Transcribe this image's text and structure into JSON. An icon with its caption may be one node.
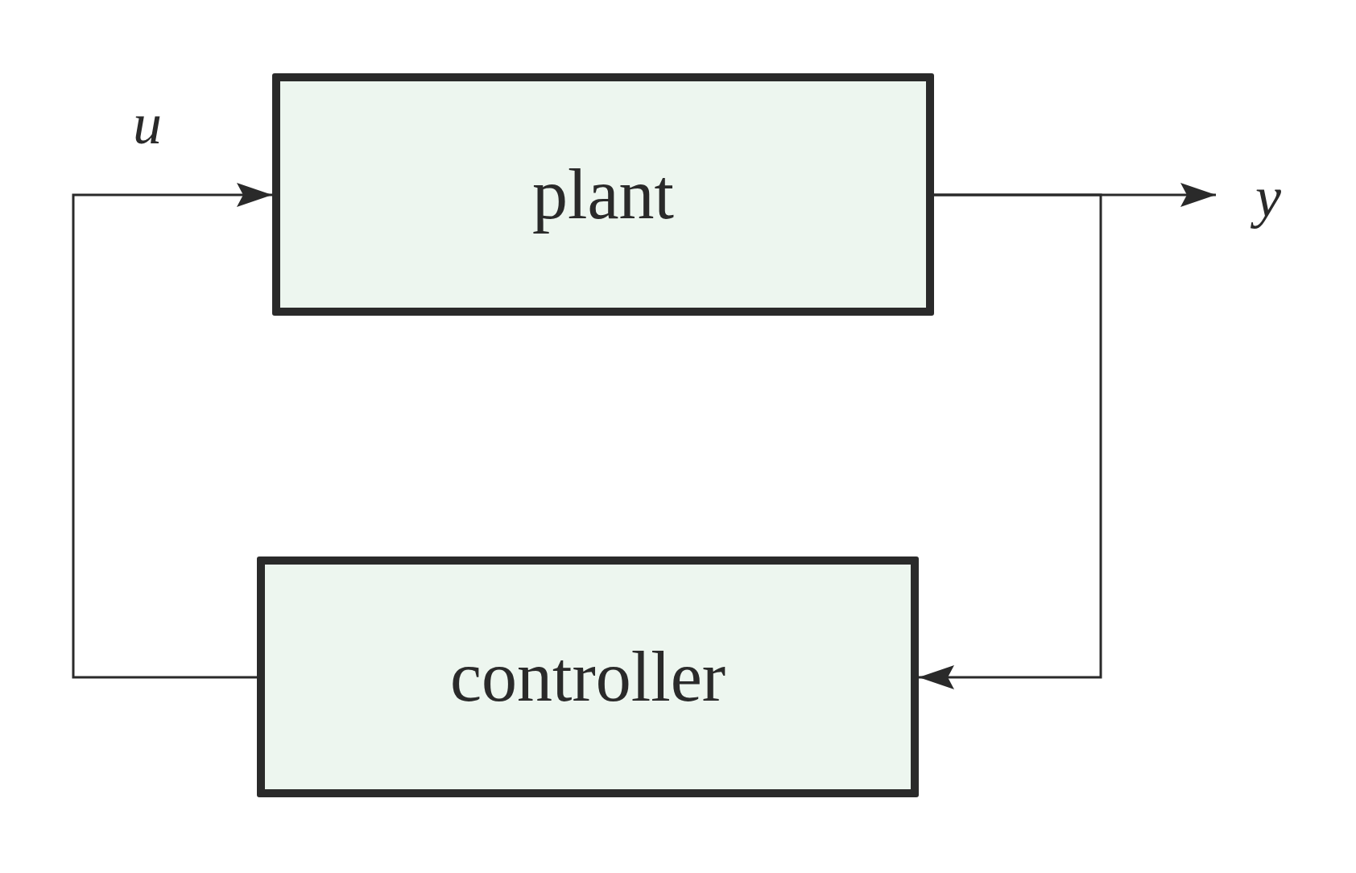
{
  "diagram": {
    "nodes": [
      {
        "text": [
          "plant"
        ]
      },
      {
        "text": [
          "controller"
        ]
      },
      {
        "text": [
          "y"
        ]
      }
    ],
    "edges": [
      {
        "from": 1,
        "to": 0,
        "arrow": "to",
        "label": "u"
      },
      {
        "from": 0,
        "to": 2,
        "arrow": "to"
      },
      {
        "from": 0,
        "to": 1,
        "arrow": "to"
      }
    ]
  }
}
